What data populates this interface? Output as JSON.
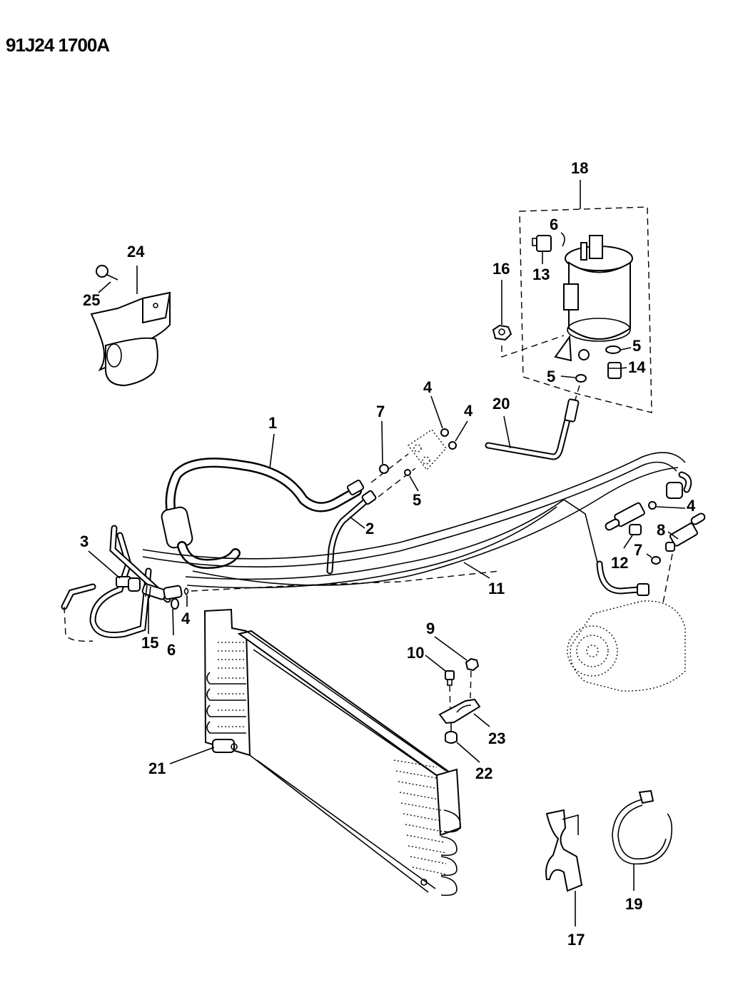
{
  "diagram": {
    "figure_id": "91J24 1700A",
    "callouts": {
      "c1": "1",
      "c2": "2",
      "c3": "3",
      "c4a": "4",
      "c4b": "4",
      "c4c": "4",
      "c4d": "4",
      "c5a": "5",
      "c5b": "5",
      "c5c": "5",
      "c6a": "6",
      "c6b": "6",
      "c7a": "7",
      "c7b": "7",
      "c8": "8",
      "c9": "9",
      "c10": "10",
      "c11": "11",
      "c12": "12",
      "c13": "13",
      "c14": "14",
      "c15": "15",
      "c16": "16",
      "c17": "17",
      "c18": "18",
      "c19": "19",
      "c20": "20",
      "c21": "21",
      "c22": "22",
      "c23": "23",
      "c24": "24",
      "c25": "25"
    },
    "parts": {
      "p1": "hose-assembly",
      "p2": "tube",
      "p3": "fitting",
      "p4": "o-ring",
      "p5": "o-ring",
      "p6": "o-ring",
      "p7": "o-ring",
      "p8": "valve",
      "p9": "nut",
      "p10": "bolt",
      "p11": "hose-assembly",
      "p12": "valve",
      "p13": "switch",
      "p14": "plug",
      "p15": "fitting",
      "p16": "nut",
      "p17": "clip",
      "p18": "receiver-drier",
      "p19": "strap",
      "p20": "tube",
      "p21": "condenser",
      "p22": "insulator",
      "p23": "bracket",
      "p24": "bracket",
      "p25": "screw"
    }
  }
}
